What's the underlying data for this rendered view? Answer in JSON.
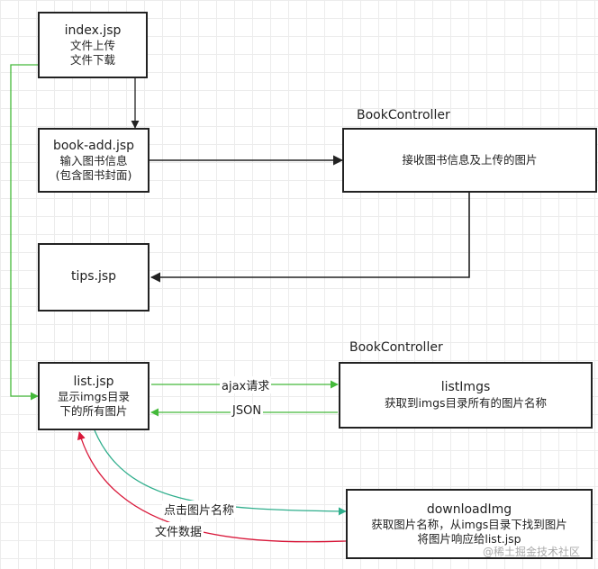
{
  "nodes": {
    "index": {
      "title": "index.jsp",
      "line1": "文件上传",
      "line2": "文件下载"
    },
    "book_add": {
      "title": "book-add.jsp",
      "line1": "输入图书信息",
      "line2": "(包含图书封面)"
    },
    "bookcontroller_1": {
      "caption": "BookController",
      "line1": "接收图书信息及上传的图片"
    },
    "tips": {
      "title": "tips.jsp"
    },
    "list": {
      "title": "list.jsp",
      "line1": "显示imgs目录",
      "line2": "下的所有图片"
    },
    "bookcontroller_2": {
      "caption": "BookController",
      "title": "listImgs",
      "line1": "获取到imgs目录所有的图片名称"
    },
    "download": {
      "title": "downloadImg",
      "line1": "获取图片名称，从imgs目录下找到图片",
      "line2": "将图片响应给list.jsp"
    }
  },
  "edges": {
    "ajax": "ajax请求",
    "json": "JSON",
    "click_name": "点击图片名称",
    "file_data": "文件数据"
  },
  "colors": {
    "black": "#222222",
    "green": "#44b93a",
    "teal": "#2fae8c",
    "red": "#d9183a"
  },
  "watermark": "@稀土掘金技术社区"
}
